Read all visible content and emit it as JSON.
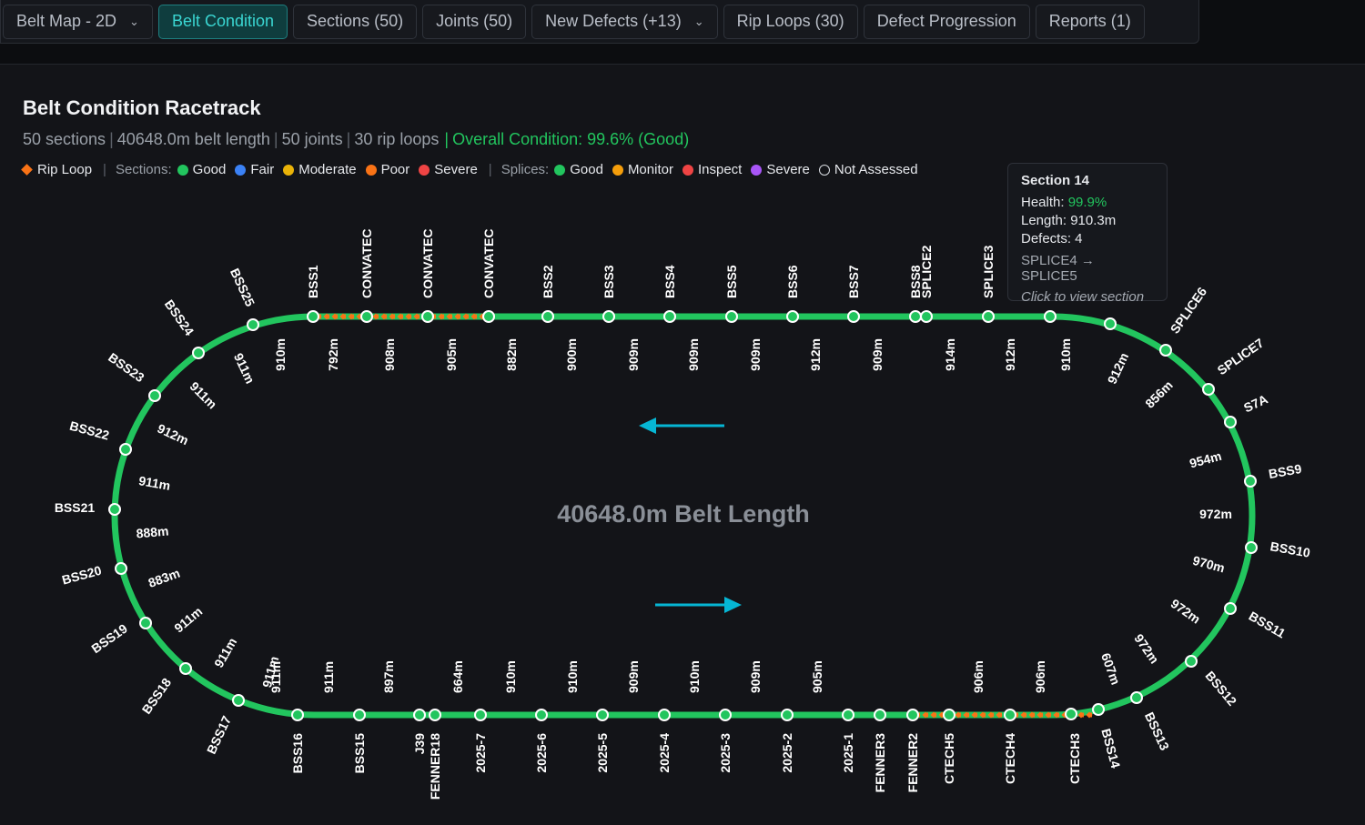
{
  "tabs": [
    {
      "label": "Belt Map - 2D",
      "dropdown": true,
      "active": false
    },
    {
      "label": "Belt Condition",
      "dropdown": false,
      "active": true
    },
    {
      "label": "Sections (50)",
      "dropdown": false,
      "active": false
    },
    {
      "label": "Joints (50)",
      "dropdown": false,
      "active": false
    },
    {
      "label": "New Defects (+13)",
      "dropdown": true,
      "active": false
    },
    {
      "label": "Rip Loops (30)",
      "dropdown": false,
      "active": false
    },
    {
      "label": "Defect Progression",
      "dropdown": false,
      "active": false
    },
    {
      "label": "Reports (1)",
      "dropdown": false,
      "active": false
    }
  ],
  "header": {
    "title": "Belt Condition Racetrack",
    "stats": [
      "50 sections",
      "40648.0m belt length",
      "50 joints",
      "30 rip loops"
    ],
    "overall": "Overall Condition: 99.6% (Good)"
  },
  "legend": {
    "rip_loop": "Rip Loop",
    "sections_label": "Sections:",
    "sections": [
      {
        "label": "Good",
        "color": "#22c55e"
      },
      {
        "label": "Fair",
        "color": "#3b82f6"
      },
      {
        "label": "Moderate",
        "color": "#eab308"
      },
      {
        "label": "Poor",
        "color": "#f97316"
      },
      {
        "label": "Severe",
        "color": "#ef4444"
      }
    ],
    "splices_label": "Splices:",
    "splices": [
      {
        "label": "Good",
        "color": "#22c55e"
      },
      {
        "label": "Monitor",
        "color": "#f59e0b"
      },
      {
        "label": "Inspect",
        "color": "#ef4444"
      },
      {
        "label": "Severe",
        "color": "#a855f7"
      },
      {
        "label": "Not Assessed",
        "color": "none"
      }
    ]
  },
  "tooltip": {
    "title": "Section 14",
    "health_label": "Health:",
    "health_value": "99.9%",
    "length": "Length: 910.3m",
    "defects": "Defects: 4",
    "link": "SPLICE4 → SPLICE5",
    "hint": "Click to view section"
  },
  "center_label": "40648.0m Belt Length",
  "colors": {
    "belt": "#22c55e",
    "arrow": "#06b6d4",
    "rip": "#f97316"
  },
  "top_splices": [
    "BSS25",
    "BSS1",
    "CONVATEC",
    "CONVATEC",
    "CONVATEC",
    "BSS2",
    "BSS3",
    "BSS4",
    "BSS5",
    "BSS6",
    "BSS7",
    "BSS8",
    "SPLICE2",
    "SPLICE3"
  ],
  "top_lengths": [
    "910m",
    "792m",
    "908m",
    "905m",
    "882m",
    "900m",
    "909m",
    "909m",
    "909m",
    "912m",
    "909m",
    "914m",
    "912m",
    "910m"
  ],
  "right_splices": [
    "SPLICE6",
    "SPLICE7",
    "S7A",
    "BSS9",
    "BSS10",
    "BSS11",
    "BSS12",
    "BSS13",
    "BSS14"
  ],
  "right_lengths": [
    "912m",
    "856m",
    "954m",
    "972m",
    "970m",
    "972m",
    "972m",
    "607m"
  ],
  "bottom_splices": [
    "BSS16",
    "BSS15",
    "J39",
    "FENNER18",
    "2025-7",
    "2025-6",
    "2025-5",
    "2025-4",
    "2025-3",
    "2025-2",
    "2025-1",
    "FENNER3",
    "FENNER2",
    "CTECH5",
    "CTECH4",
    "CTECH3"
  ],
  "bottom_lengths": [
    "911m",
    "911m",
    "897m",
    "664m",
    "910m",
    "910m",
    "909m",
    "910m",
    "909m",
    "905m",
    "906m",
    "906m"
  ],
  "left_splices": [
    "BSS24",
    "BSS23",
    "BSS22",
    "BSS21",
    "BSS20",
    "BSS19",
    "BSS18",
    "BSS17"
  ],
  "left_lengths": [
    "911m",
    "911m",
    "912m",
    "911m",
    "888m",
    "883m",
    "911m",
    "911m",
    "911m"
  ]
}
